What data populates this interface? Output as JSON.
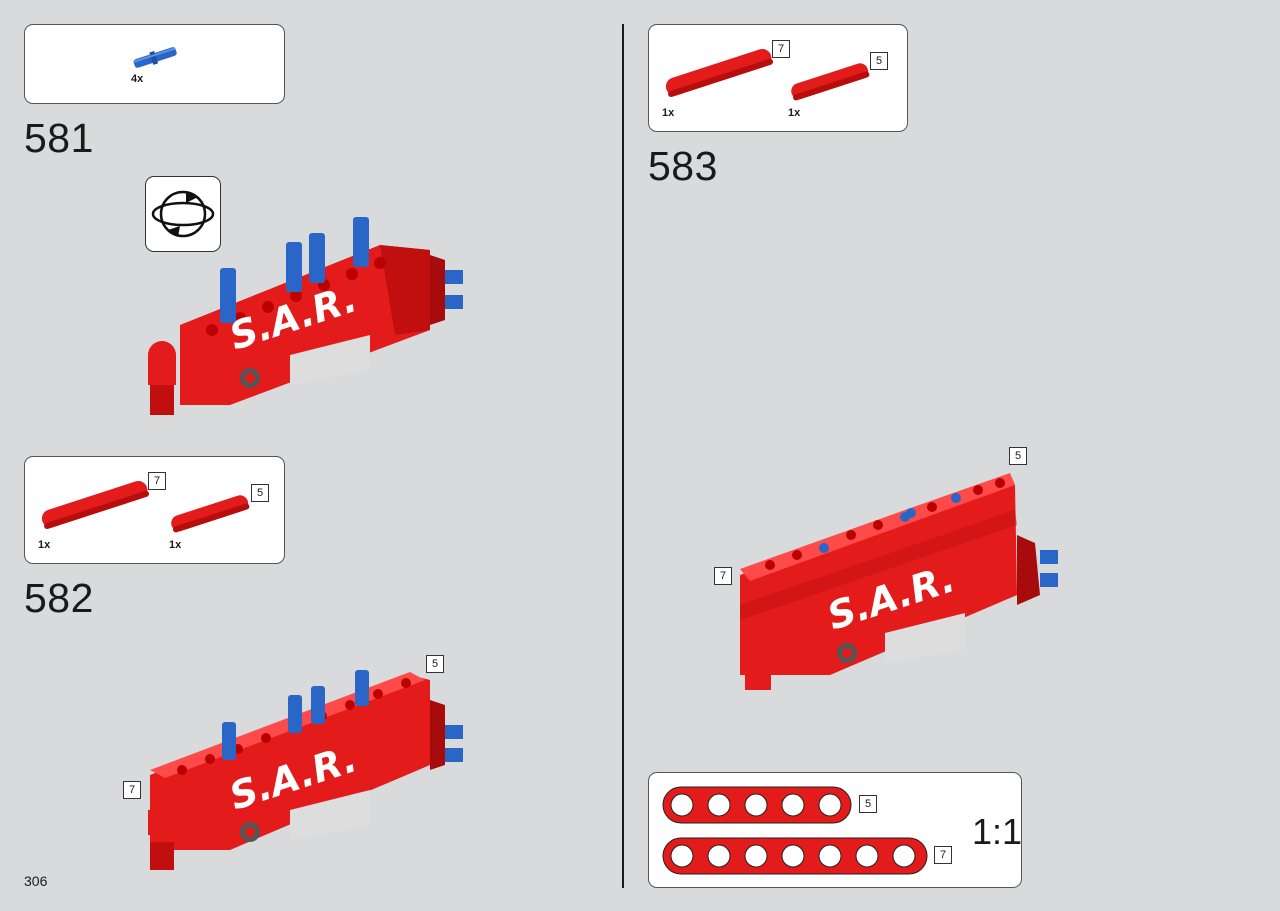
{
  "page_number": "306",
  "steps": [
    {
      "number": "581",
      "parts": [
        {
          "qty": "4x",
          "part": "blue-connector-pin"
        }
      ]
    },
    {
      "number": "582",
      "parts": [
        {
          "qty": "1x",
          "length": "7"
        },
        {
          "qty": "1x",
          "length": "5"
        }
      ],
      "callouts": [
        "7",
        "5"
      ]
    },
    {
      "number": "583",
      "parts": [
        {
          "qty": "1x",
          "length": "7"
        },
        {
          "qty": "1x",
          "length": "5"
        }
      ],
      "callouts": [
        "5",
        "7"
      ]
    }
  ],
  "scale_guide": {
    "label": "1:1",
    "beams": [
      "5",
      "7"
    ]
  },
  "icons": {
    "rotate": "rotate-model-icon"
  },
  "colors": {
    "part_red": "#e31b1b",
    "pin_blue": "#2a66c8",
    "background": "#d9dadc"
  }
}
